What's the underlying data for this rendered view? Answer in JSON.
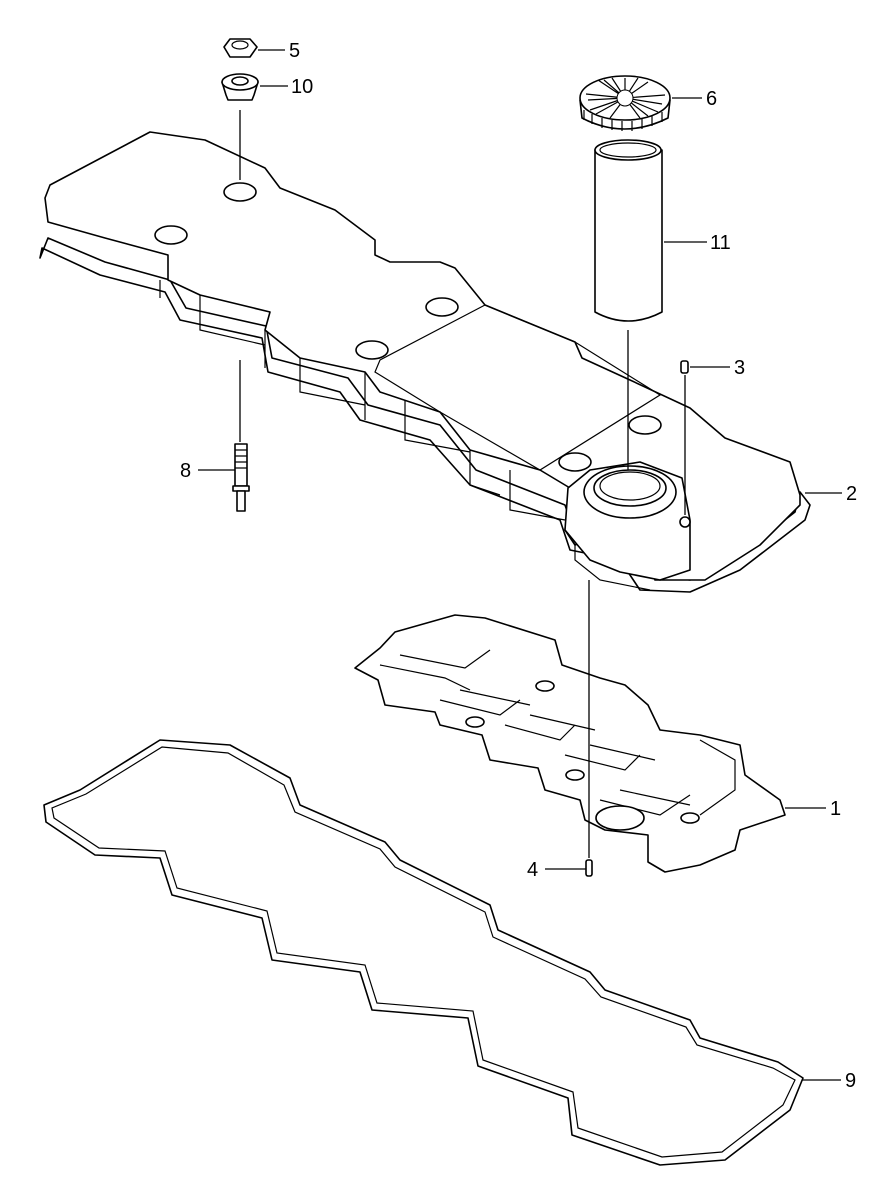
{
  "callouts": [
    {
      "id": "1",
      "label": "1"
    },
    {
      "id": "2",
      "label": "2"
    },
    {
      "id": "3",
      "label": "3"
    },
    {
      "id": "4",
      "label": "4"
    },
    {
      "id": "5",
      "label": "5"
    },
    {
      "id": "6",
      "label": "6"
    },
    {
      "id": "8",
      "label": "8"
    },
    {
      "id": "9",
      "label": "9"
    },
    {
      "id": "10",
      "label": "10"
    },
    {
      "id": "11",
      "label": "11"
    }
  ]
}
